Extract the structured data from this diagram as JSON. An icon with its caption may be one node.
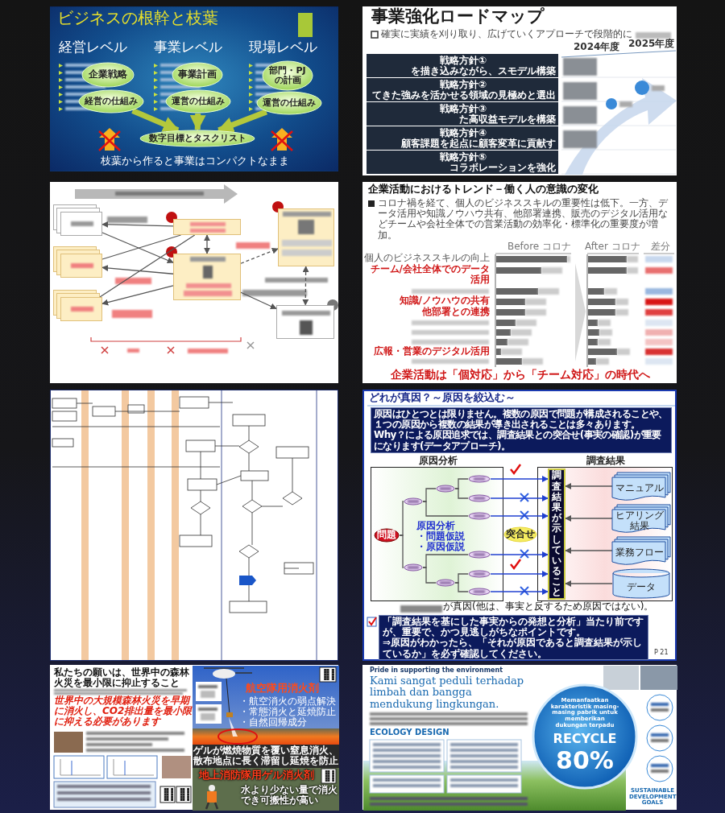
{
  "diagram": {
    "nodes": [
      {
        "text": [
          "ビジネスの根幹と枝葉",
          "経営レベル",
          "事業レベル",
          "現場レベル",
          "枝葉から作ると事業はコンパクトなまま"
        ]
      },
      {
        "text": [
          "企業戦略"
        ],
        "in": 0
      },
      {
        "text": [
          "経営の仕組み"
        ],
        "in": 0
      },
      {
        "text": [
          "事業計画"
        ],
        "in": 0
      },
      {
        "text": [
          "運営の仕組み"
        ],
        "in": 0
      },
      {
        "text": [
          "部門・PJの計画"
        ],
        "in": 0
      },
      {
        "text": [
          "運営の仕組み"
        ],
        "in": 0
      },
      {
        "text": [
          "数字目標とタスクリスト"
        ],
        "in": 0
      },
      {
        "text": [
          "事業強化ロードマップ",
          "確実に実績を刈り取り、広げていくアプローチで段階的に"
        ]
      },
      {
        "text": [
          "戦略方針①",
          "を描き込みながら、スモデル構築"
        ],
        "in": 8
      },
      {
        "text": [
          "戦略方針②",
          "てきた強みを活かせる領域の見極めと選出"
        ],
        "in": 8
      },
      {
        "text": [
          "戦略方針③",
          "た高収益モデルを構築"
        ],
        "in": 8
      },
      {
        "text": [
          "戦略方針④",
          "顧客課題を起点に顧客変革に貢献す"
        ],
        "in": 8
      },
      {
        "text": [
          "戦略方針⑤",
          "コラボレーションを強化"
        ],
        "in": 8
      },
      {
        "text": [],
        "shape": "box"
      },
      {
        "text": [],
        "shape": "box",
        "in": 14
      },
      {
        "text": [],
        "shape": "box",
        "in": 14
      },
      {
        "text": [],
        "shape": "box",
        "in": 14
      },
      {
        "text": [],
        "shape": "box",
        "in": 14
      },
      {
        "text": [],
        "shape": "box",
        "in": 14
      },
      {
        "text": [],
        "shape": "box",
        "in": 14
      },
      {
        "text": [],
        "shape": "box",
        "in": 14
      },
      {
        "text": [
          "企業活動におけるトレンド－働く人の意識の変化",
          "コロナ禍を経て、個人のビジネススキルの重要性は低下。一方、データ活用や知識ノウハウ共有、他部署連携、販売のデジタル活用などチームや会社全体での営業活動の効率化・標準化の重要度が増加。",
          "企業活動は「個対応」から「チーム対応」の時代へ"
        ]
      },
      {
        "text": [],
        "shape": "box"
      },
      {
        "text": [
          "どれが真因？～原因を絞込む～"
        ]
      },
      {
        "text": [
          "原因はひとつとは限りません。複数の原因で問題が構成されることや、１つの原因から複数の結果が導き出されることは多々あります。",
          "Why？による原因追求では、調査結果との突合せ(事実の確認)が重要になります(データアプローチ)。"
        ],
        "in": 24
      },
      {
        "text": [
          "原因分析",
          "原因分析",
          "・問題仮説",
          "・原因仮説"
        ],
        "in": 24
      },
      {
        "text": [
          "問題"
        ],
        "in": 26
      },
      {
        "text": [],
        "shape": "ellipse",
        "in": 26
      },
      {
        "text": [],
        "shape": "ellipse",
        "in": 26
      },
      {
        "text": [],
        "shape": "ellipse",
        "in": 26
      },
      {
        "text": [],
        "shape": "ellipse",
        "in": 26
      },
      {
        "text": [],
        "shape": "ellipse",
        "in": 26
      },
      {
        "text": [],
        "shape": "ellipse",
        "in": 26
      },
      {
        "text": [],
        "shape": "ellipse",
        "in": 26
      },
      {
        "text": [],
        "shape": "ellipse",
        "in": 26
      },
      {
        "text": [],
        "shape": "ellipse",
        "in": 26
      },
      {
        "text": [],
        "shape": "ellipse",
        "in": 26
      },
      {
        "text": [
          "突合せ"
        ],
        "in": 24
      },
      {
        "text": [
          "調査結果"
        ],
        "in": 24
      },
      {
        "text": [
          "調査結果が示していること"
        ],
        "in": 39
      },
      {
        "text": [
          "マニュアル"
        ],
        "in": 39
      },
      {
        "text": [
          "ヒアリング結果"
        ],
        "in": 39
      },
      {
        "text": [
          "業務フロー"
        ],
        "in": 39
      },
      {
        "text": [
          "データ"
        ],
        "in": 39
      },
      {
        "text": [
          "「調査結果を基にした事実からの発想と分析」当たり前ですが、重要で、かつ見逃しがちなポイントです。",
          "⇒原因がわかったら、「それが原因であると調査結果が示しているか」を必ず確認してください。"
        ],
        "in": 24
      },
      {
        "text": [
          "私たちの願いは、世界中の森林火災を最小限に抑止すること",
          "世界中の大規模森林火災を早期に消火し、CO2排出量を最小限に抑える必要があります",
          "航空隊用消火剤",
          "・航空消火の弱点解決",
          "・常態消火と延焼防止",
          "・自然回帰成分",
          "ゲルが燃焼物質を覆い窒息消火、散布地点に長く滞留し延焼を防止",
          "地上消防隊用ゲル消火剤",
          "水より少ない量で消火でき可搬性が高い"
        ]
      },
      {
        "text": [
          "Pride in supporting the environment",
          "Kami sangat peduli terhadap limbah dan bangga mendukung lingkungan.",
          "ECOLOGY DESIGN",
          "Memanfaatkan karakteristik masing-masing pabrik untuk memberikan dukungan terpadu",
          "RECYCLE",
          "80%",
          "SUSTAINABLE DEVELOPMENT GOALS"
        ]
      }
    ],
    "edges": [
      {
        "from": 2,
        "to": 7,
        "arrow": "to",
        "style": "thick",
        "color": "#b4c83c"
      },
      {
        "from": 4,
        "to": 7,
        "arrow": "to",
        "style": "thick",
        "color": "#b4c83c"
      },
      {
        "from": 6,
        "to": 7,
        "arrow": "to",
        "style": "thick",
        "color": "#b4c83c"
      },
      {
        "from": 15,
        "to": 19,
        "arrow": "to"
      },
      {
        "from": 18,
        "to": 15,
        "arrow": "to"
      },
      {
        "from": 19,
        "to": 16,
        "arrow": "to"
      },
      {
        "from": 19,
        "to": 17,
        "arrow": "to"
      },
      {
        "from": 18,
        "to": 16,
        "arrow": "none"
      },
      {
        "from": 18,
        "to": 17,
        "arrow": "none"
      },
      {
        "from": 18,
        "to": 19,
        "arrow": "both"
      },
      {
        "from": 19,
        "to": 20,
        "arrow": "to",
        "style": "dashed"
      },
      {
        "from": 19,
        "to": 21,
        "arrow": "to"
      },
      {
        "from": 20,
        "to": 21,
        "arrow": "both",
        "style": "dashed"
      },
      {
        "from": 41,
        "to": 40,
        "arrow": "to"
      },
      {
        "from": 42,
        "to": 40,
        "arrow": "to"
      },
      {
        "from": 43,
        "to": 40,
        "arrow": "to"
      },
      {
        "from": 44,
        "to": 40,
        "arrow": "to"
      },
      {
        "from": 32,
        "to": 40,
        "arrow": "to",
        "color": "#2040d0"
      },
      {
        "from": 33,
        "to": 40,
        "arrow": "to",
        "color": "#2040d0"
      },
      {
        "from": 34,
        "to": 40,
        "arrow": "to",
        "color": "#2040d0"
      },
      {
        "from": 35,
        "to": 40,
        "arrow": "to",
        "color": "#2040d0"
      },
      {
        "from": 36,
        "to": 40,
        "arrow": "to",
        "color": "#2040d0"
      },
      {
        "from": 37,
        "to": 40,
        "arrow": "to",
        "color": "#2040d0"
      },
      {
        "from": 27,
        "to": 28,
        "arrow": "none"
      },
      {
        "from": 27,
        "to": 29,
        "arrow": "none"
      },
      {
        "from": 28,
        "to": 30,
        "arrow": "none"
      },
      {
        "from": 28,
        "to": 34,
        "arrow": "none"
      },
      {
        "from": 30,
        "to": 32,
        "arrow": "none"
      },
      {
        "from": 30,
        "to": 33,
        "arrow": "none"
      },
      {
        "from": 29,
        "to": 31,
        "arrow": "none"
      },
      {
        "from": 29,
        "to": 35,
        "arrow": "none"
      },
      {
        "from": 31,
        "to": 36,
        "arrow": "none"
      },
      {
        "from": 31,
        "to": 37,
        "arrow": "none"
      }
    ],
    "labels": [
      "2024年度",
      "2025年度",
      "Before コロナ",
      "After コロナ",
      "差分",
      "個人のビジネススキルの向上",
      "チーム/会社全体でのデータ活用",
      "知識/ノウハウの共有",
      "他部署との連携",
      "広報・営業のデジタル活用",
      "が真因(他は、事実と反するため原因ではない)。",
      "P 21"
    ]
  }
}
